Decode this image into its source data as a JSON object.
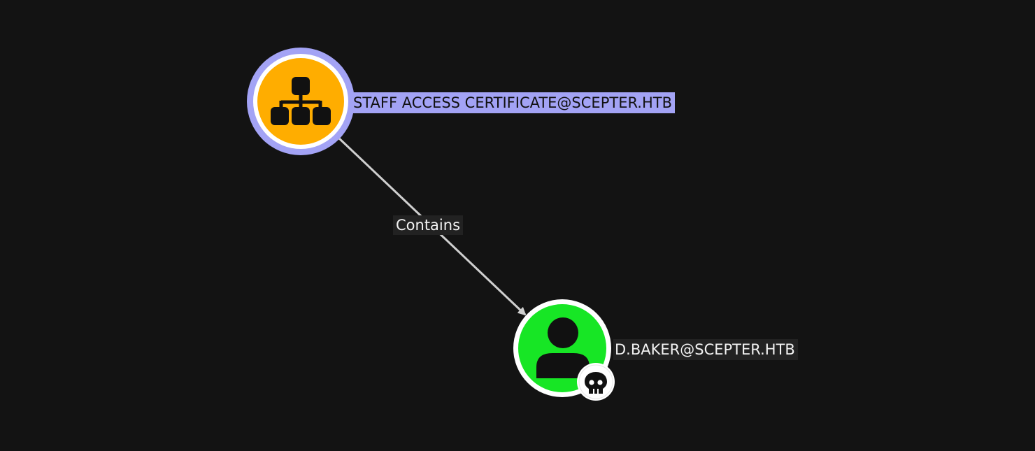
{
  "graph": {
    "nodes": [
      {
        "id": "group",
        "label": "STAFF ACCESS CERTIFICATE@SCEPTER.HTB",
        "type": "group",
        "icon": "sitemap-icon",
        "color": "#ffad00",
        "selected": true
      },
      {
        "id": "user",
        "label": "D.BAKER@SCEPTER.HTB",
        "type": "user",
        "icon": "user-icon",
        "color": "#17e625",
        "badge_icon": "skull-icon",
        "selected": false
      }
    ],
    "edges": [
      {
        "from": "group",
        "to": "user",
        "label": "Contains"
      }
    ]
  },
  "colors": {
    "background": "#131313",
    "selection_ring": "#a3a3f5",
    "node_ring": "#ffffff",
    "edge": "#cfcfcf"
  }
}
